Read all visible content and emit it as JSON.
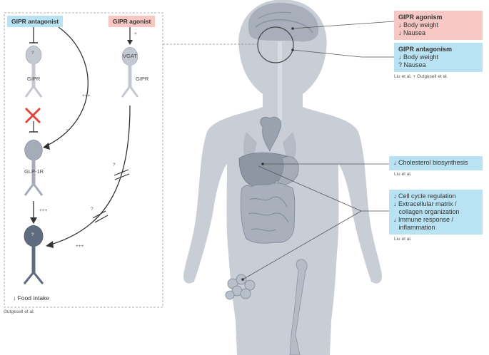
{
  "left_panel": {
    "antagonist_label": "GIPR antagonist",
    "agonist_label": "GIPR agonist",
    "neuron1_q": "?",
    "neuron1_label": "GIPR",
    "neuron2_label": "GLP-1R",
    "neuron3_q": "?",
    "vgat_label": "VGAT",
    "vgat_gipr_label": "GIPR",
    "plus_small": "+",
    "plus3_a": "+++",
    "plus3_b": "+++",
    "plus3_c": "+++",
    "q_curve": "?",
    "q_break1": "?",
    "q_break2": "?",
    "food_intake": "↓ Food intake",
    "citation": "Gutgesell et al."
  },
  "brain_box_agonism": {
    "title": "GIPR agonism",
    "lines": [
      "↓ Body weight",
      "↓ Nausea"
    ]
  },
  "brain_box_antagonism": {
    "title": "GIPR antagonism",
    "lines": [
      "↓ Body weight",
      "? Nausea"
    ]
  },
  "brain_citation": "Liu et al. + Gutgesell et al.",
  "liver_box": {
    "lines": [
      "↓ Cholesterol biosynthesis"
    ],
    "citation": "Liu et al."
  },
  "fat_box": {
    "lines": [
      "↓ Cell cycle regulation",
      "↓ Extracellular matrix /",
      "   collagen organization",
      "↓ Immune response /",
      "   inflammation"
    ],
    "citation": "Liu et al."
  },
  "colors": {
    "antagonist_bg": "#b9e3f2",
    "agonist_bg": "#f6c7c3",
    "body": "#c9ced6",
    "organ": "#9aa2ae",
    "neuron": "#c4c9d1",
    "neuron_dark": "#5f6b7f",
    "cross": "#e3473b"
  }
}
